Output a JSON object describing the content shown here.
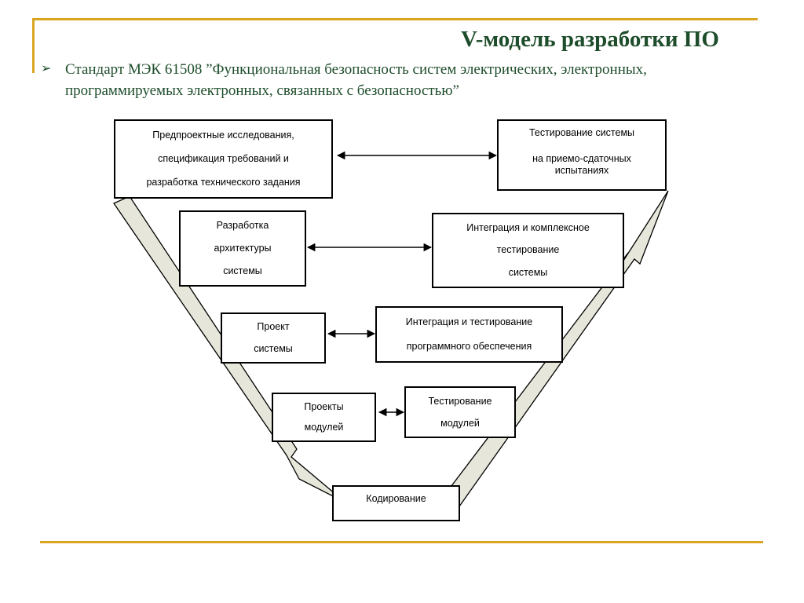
{
  "slide": {
    "title": "V-модель разработки ПО",
    "bullet_lines": [
      "Стандарт МЭК 61508 ”Функциональная безопасность систем электрических, электронных,",
      "программируемых электронных, связанных с безопасностью”"
    ]
  },
  "diagram": {
    "left_branch": {
      "requirements": [
        "Предпроектные исследования,",
        "спецификация требований и",
        "разработка технического задания"
      ],
      "architecture": [
        "Разработка",
        "архитектуры",
        "системы"
      ],
      "system_design": [
        "Проект",
        "системы"
      ],
      "module_design": [
        "Проекты",
        "модулей"
      ]
    },
    "bottom": {
      "coding": [
        "Кодирование"
      ]
    },
    "right_branch": {
      "system_testing": [
        "Тестирование системы",
        "на приемо-сдаточных",
        "испытаниях"
      ],
      "integration_system": [
        "Интеграция и комплексное",
        "тестирование",
        "системы"
      ],
      "integration_software": [
        "Интеграция и тестирование",
        "программного обеспечения"
      ],
      "module_testing": [
        "Тестирование",
        "модулей"
      ]
    },
    "colors": {
      "arrow_fill": "#e6e6da",
      "title_text": "#1e4d2b",
      "accent_rule": "#d9a520"
    }
  }
}
